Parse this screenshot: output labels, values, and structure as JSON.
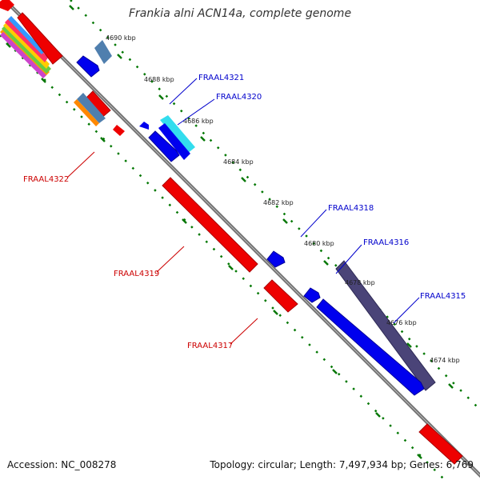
{
  "map": {
    "title": "Frankia alni ACN14a, complete genome",
    "accession": "Accession: NC_008278",
    "summary": "Topology: circular; Length: 7,497,934 bp; Genes: 6,769",
    "colors": {
      "backbone": "#808080",
      "forward_gene": "#0000ee",
      "reverse_gene": "#ee0000",
      "forward_label": "#0000cc",
      "reverse_label": "#cc0000",
      "gc_skew": "#007700",
      "purple_feature": "#4a4478",
      "light_blue_feature": "#4f7fae",
      "cyan_feature": "#33ddee"
    },
    "ticks": [
      "4690 kbp",
      "4688 kbp",
      "4686 kbp",
      "4684 kbp",
      "4682 kbp",
      "4680 kbp",
      "4678 kbp",
      "4676 kbp",
      "4674 kbp"
    ],
    "gene_labels": {
      "FRAAL4321": "FRAAL4321",
      "FRAAL4320": "FRAAL4320",
      "FRAAL4318": "FRAAL4318",
      "FRAAL4316": "FRAAL4316",
      "FRAAL4315": "FRAAL4315",
      "FRAAL4322": "FRAAL4322",
      "FRAAL4319": "FRAAL4319",
      "FRAAL4317": "FRAAL4317"
    }
  }
}
